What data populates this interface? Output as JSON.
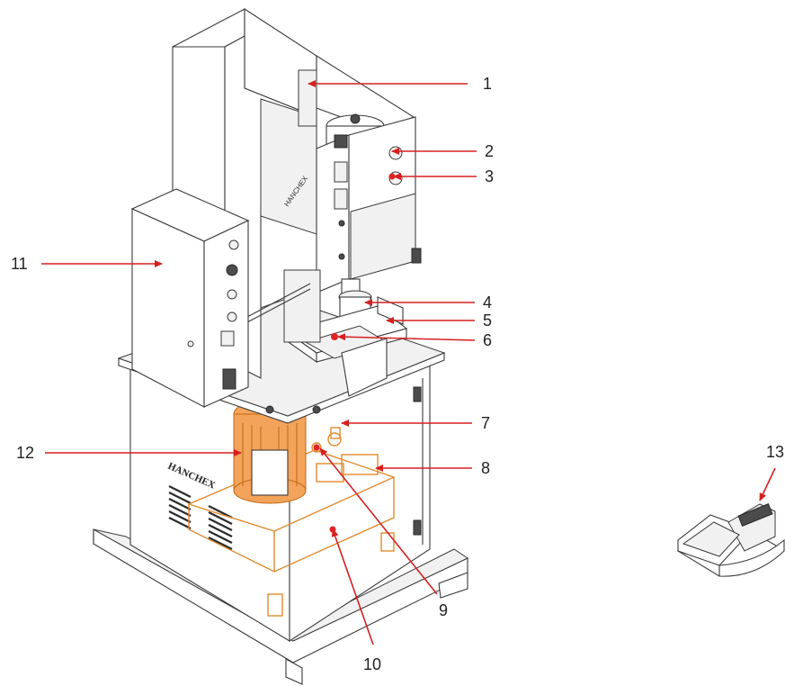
{
  "diagram": {
    "callouts": [
      {
        "id": "c1",
        "label": "1"
      },
      {
        "id": "c2",
        "label": "2"
      },
      {
        "id": "c3",
        "label": "3"
      },
      {
        "id": "c4",
        "label": "4"
      },
      {
        "id": "c5",
        "label": "5"
      },
      {
        "id": "c6",
        "label": "6"
      },
      {
        "id": "c7",
        "label": "7"
      },
      {
        "id": "c8",
        "label": "8"
      },
      {
        "id": "c9",
        "label": "9"
      },
      {
        "id": "c10",
        "label": "10"
      },
      {
        "id": "c11",
        "label": "11"
      },
      {
        "id": "c12",
        "label": "12"
      },
      {
        "id": "c13",
        "label": "13"
      }
    ],
    "brand_text": "HANCHEX",
    "colors": {
      "callout_arrow": "#d62020",
      "hydraulic_unit": "#e08a2e",
      "outline": "#3a3a3a"
    }
  }
}
